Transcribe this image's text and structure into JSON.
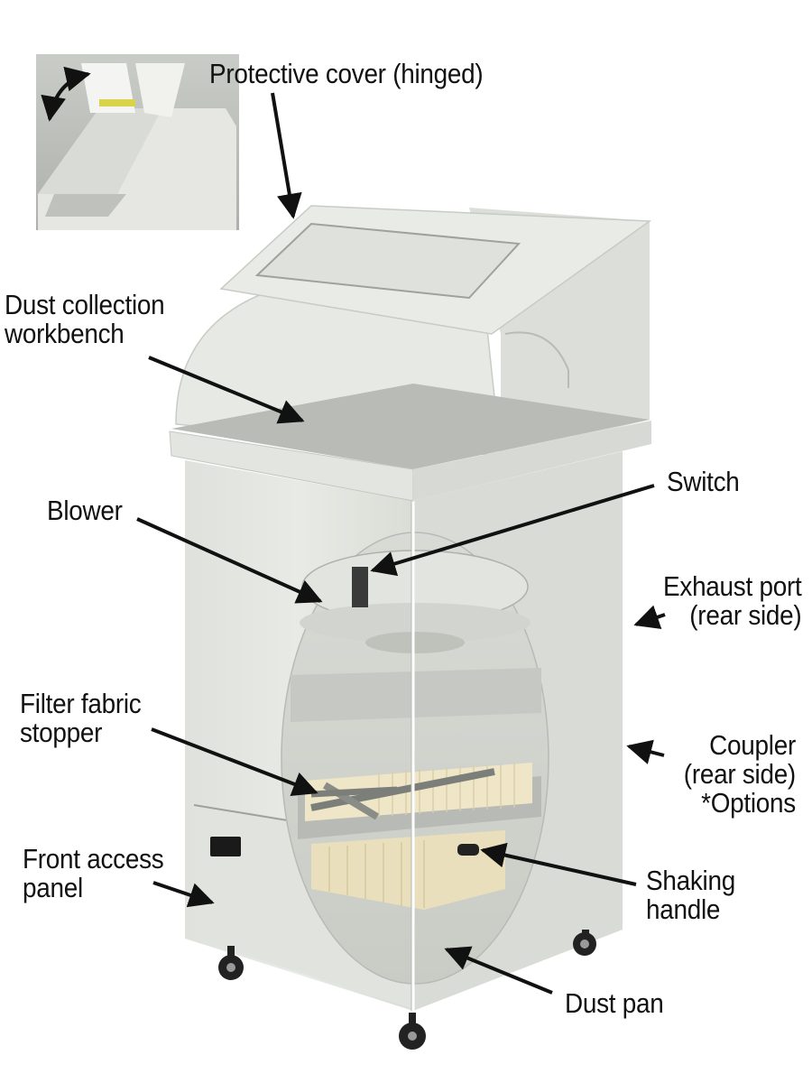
{
  "labels": {
    "protective_cover": [
      "Protective cover (hinged)"
    ],
    "workbench": [
      "Dust collection",
      "workbench"
    ],
    "switch": [
      "Switch"
    ],
    "blower": [
      "Blower"
    ],
    "exhaust_port": [
      "Exhaust port",
      "(rear side)"
    ],
    "filter_stopper": [
      "Filter fabric",
      "stopper"
    ],
    "coupler": [
      "Coupler",
      "(rear side)",
      "*Options"
    ],
    "front_panel": [
      "Front access",
      "panel"
    ],
    "shaking_handle": [
      "Shaking",
      "handle"
    ],
    "dust_pan": [
      "Dust pan"
    ]
  },
  "colors": {
    "cabinet_body": "#e3e5df",
    "cabinet_shade": "#d3d6cf",
    "interior": "#cfd2cc",
    "filter_pleats": "#efe6c8",
    "arrow": "#111111"
  }
}
